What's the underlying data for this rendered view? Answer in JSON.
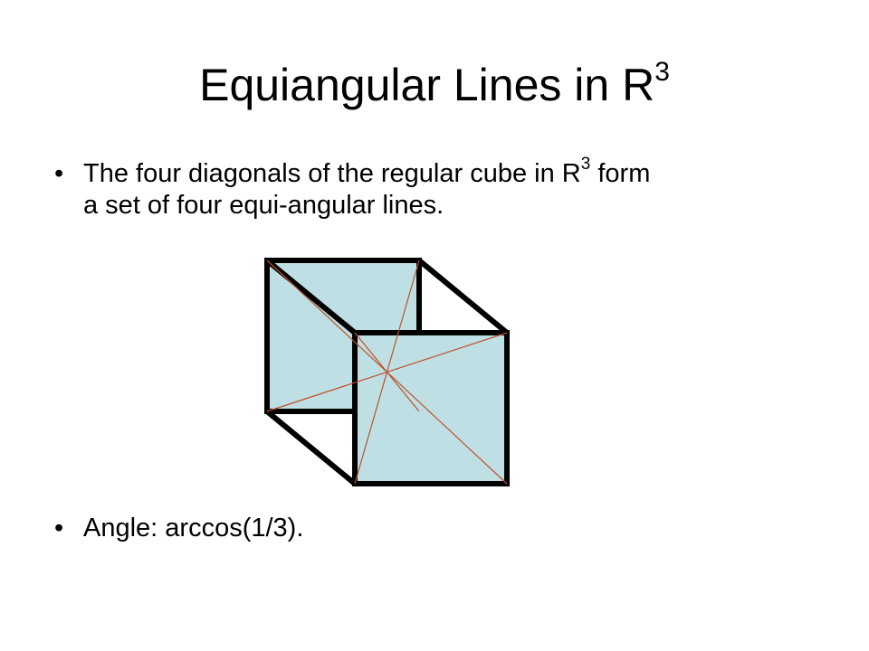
{
  "slide": {
    "title": {
      "text": "Equiangular Lines in R",
      "superscript": "3"
    },
    "bullets": [
      {
        "dot": "•",
        "line1": "The four diagonals of the regular cube in R",
        "superscript": "3",
        "line1_end": " form",
        "line2": "a set of four equi-angular lines."
      },
      {
        "dot": "•",
        "text": "Angle: arccos(1/3)."
      }
    ]
  },
  "figure": {
    "face_fill": "#bee0e4",
    "edge_color": "#000000",
    "diagonal_color": "#c0502a"
  }
}
